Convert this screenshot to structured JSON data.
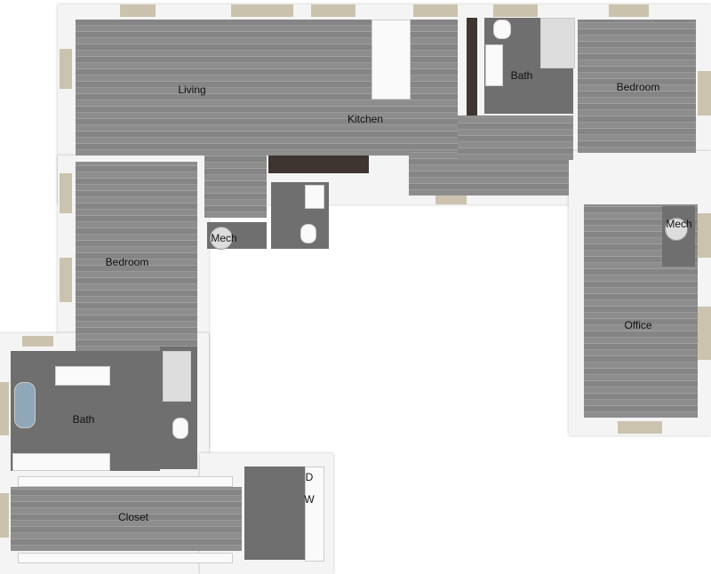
{
  "rooms": {
    "living": "Living",
    "kitchen": "Kitchen",
    "bath_top": "Bath",
    "bedroom_right": "Bedroom",
    "mech_left": "Mech",
    "mech_right": "Mech",
    "bedroom_left": "Bedroom",
    "office": "Office",
    "bath_left": "Bath",
    "closet": "Closet"
  },
  "appliances": {
    "dryer": "D",
    "washer": "W"
  }
}
